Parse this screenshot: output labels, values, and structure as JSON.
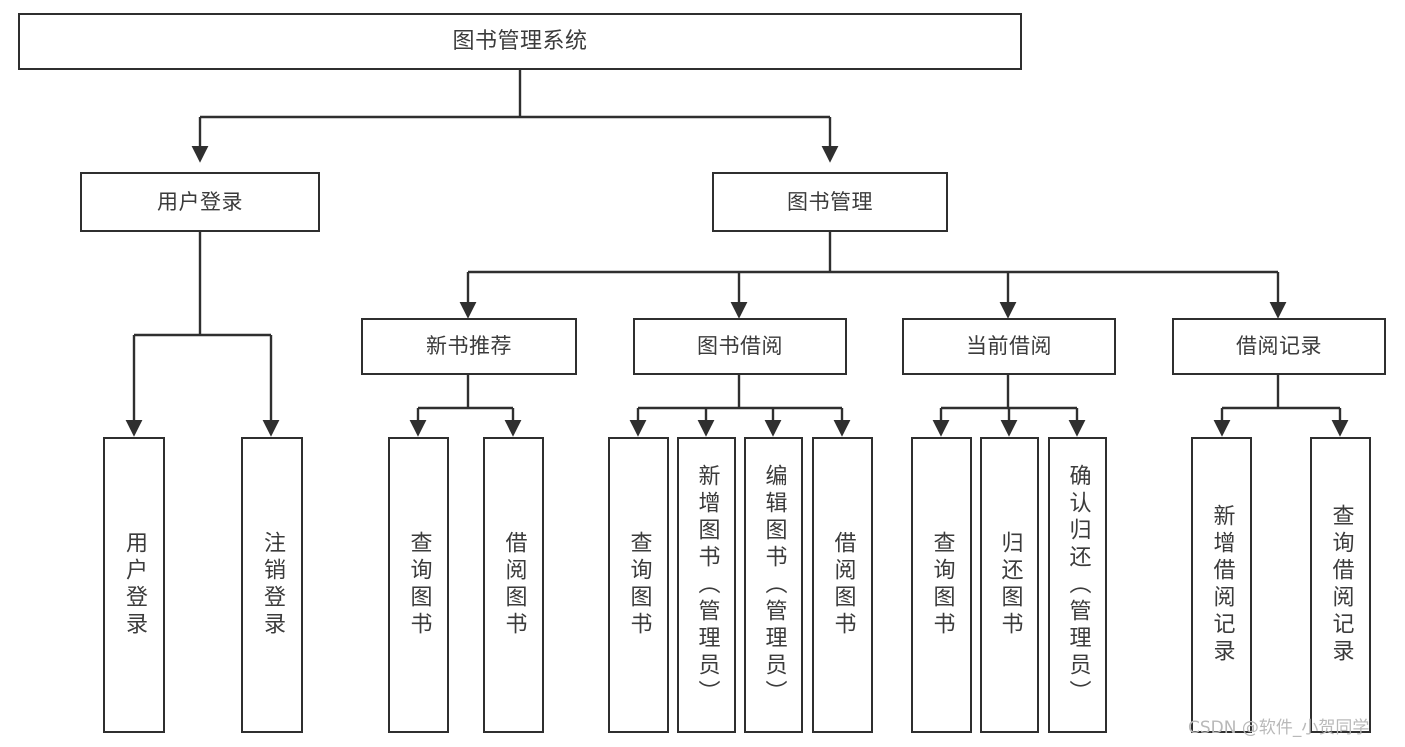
{
  "diagram": {
    "title": "图书管理系统",
    "type": "tree-hierarchy",
    "watermark": "CSDN @软件_小贺同学",
    "colors": {
      "stroke": "#2f2f2f",
      "text": "#3b3b3b",
      "background": "#ffffff",
      "watermark": "#b9b9b9"
    },
    "nodes": {
      "root": {
        "label": "图书管理系统",
        "level": 0
      },
      "level1": [
        {
          "id": "user-login",
          "label": "用户登录"
        },
        {
          "id": "book-manage",
          "label": "图书管理"
        }
      ],
      "level2": [
        {
          "id": "new-book-recommend",
          "label": "新书推荐",
          "parent": "book-manage"
        },
        {
          "id": "book-borrow",
          "label": "图书借阅",
          "parent": "book-manage"
        },
        {
          "id": "current-borrow",
          "label": "当前借阅",
          "parent": "book-manage"
        },
        {
          "id": "borrow-record",
          "label": "借阅记录",
          "parent": "book-manage"
        }
      ],
      "leaves": [
        {
          "id": "leaf-user-login",
          "label": "用户登录",
          "parent": "user-login"
        },
        {
          "id": "leaf-user-logout",
          "label": "注销登录",
          "parent": "user-login"
        },
        {
          "id": "leaf-query-book-1",
          "label": "查询图书",
          "parent": "new-book-recommend"
        },
        {
          "id": "leaf-borrow-book-1",
          "label": "借阅图书",
          "parent": "new-book-recommend"
        },
        {
          "id": "leaf-query-book-2",
          "label": "查询图书",
          "parent": "book-borrow"
        },
        {
          "id": "leaf-add-book",
          "label": "新增图书（管理员）",
          "parent": "book-borrow"
        },
        {
          "id": "leaf-edit-book",
          "label": "编辑图书（管理员）",
          "parent": "book-borrow"
        },
        {
          "id": "leaf-borrow-book-2",
          "label": "借阅图书",
          "parent": "book-borrow"
        },
        {
          "id": "leaf-query-book-3",
          "label": "查询图书",
          "parent": "current-borrow"
        },
        {
          "id": "leaf-return-book",
          "label": "归还图书",
          "parent": "current-borrow"
        },
        {
          "id": "leaf-confirm-return",
          "label": "确认归还（管理员）",
          "parent": "current-borrow"
        },
        {
          "id": "leaf-add-record",
          "label": "新增借阅记录",
          "parent": "borrow-record"
        },
        {
          "id": "leaf-query-record",
          "label": "查询借阅记录",
          "parent": "borrow-record"
        }
      ]
    }
  }
}
